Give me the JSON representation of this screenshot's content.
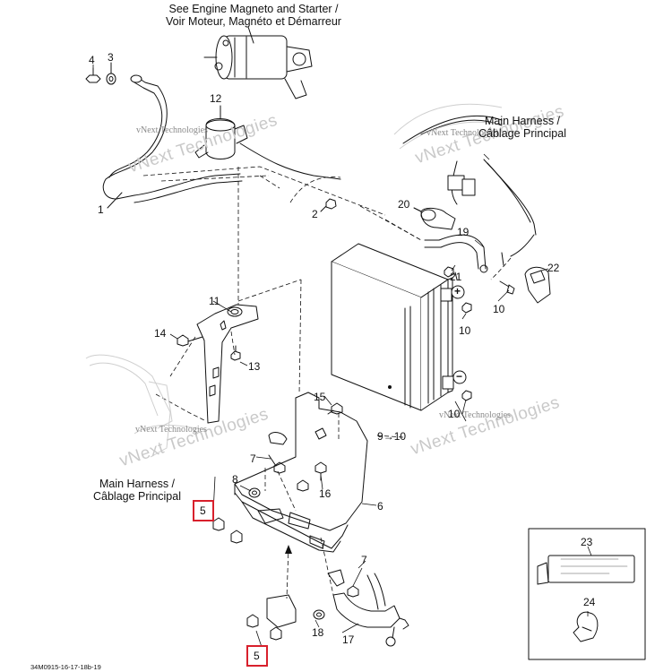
{
  "notes": {
    "engine_line1": "See Engine Magneto and Starter /",
    "engine_line2": "Voir Moteur, Magnéto et Démarreur",
    "harness_top_line1": "Main Harness /",
    "harness_top_line2": "Câblage Principal",
    "harness_left_line1": "Main Harness /",
    "harness_left_line2": "Câblage Principal"
  },
  "watermark": {
    "small": "vNext Technologies",
    "big_a": "vNext",
    "big_b": "Technologies"
  },
  "callouts": {
    "c1": "1",
    "c2": "2",
    "c3": "3",
    "c4": "4",
    "c5a": "5",
    "c5b": "5",
    "c6": "6",
    "c7a": "7",
    "c7b": "7",
    "c8": "8",
    "c9": "9",
    "c10_arrow": "10",
    "c10a": "10",
    "c10b": "10",
    "c10c": "10",
    "c11": "11",
    "c12": "12",
    "c13": "13",
    "c14": "14",
    "c15": "15",
    "c16": "16",
    "c17": "17",
    "c18": "18",
    "c19": "19",
    "c20": "20",
    "c21": "21",
    "c22": "22",
    "c23": "23",
    "c24": "24"
  },
  "terminals": {
    "plus": "+",
    "minus": "−"
  },
  "drawing_code": "34M0915-16-17-18b-19",
  "colors": {
    "line": "#111111",
    "highlight": "#d8202c",
    "watermark": "#8a8a8a"
  }
}
